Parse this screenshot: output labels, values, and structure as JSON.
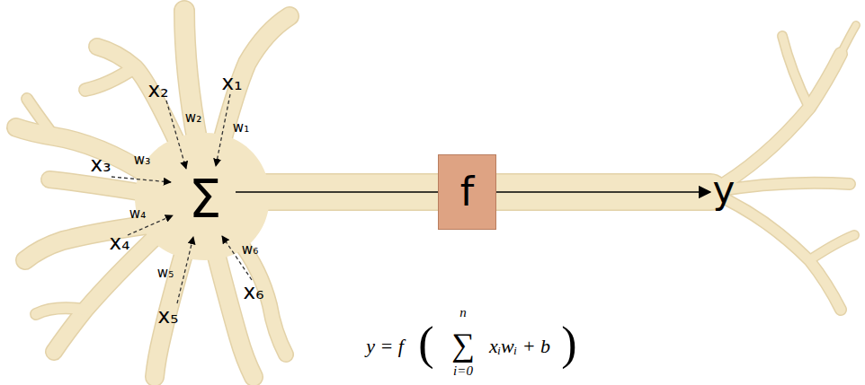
{
  "diagram": {
    "nodes": [
      {
        "text": [
          "f"
        ]
      }
    ],
    "labels": [
      "x₁",
      "w₁",
      "x₂",
      "w₂",
      "x₃",
      "w₃",
      "x₄",
      "w₄",
      "x₅",
      "w₅",
      "x₆",
      "w₆",
      "Σ",
      "y",
      "y = f",
      "(",
      "n",
      "∑",
      "i=0",
      "xᵢwᵢ + b",
      ")"
    ]
  }
}
